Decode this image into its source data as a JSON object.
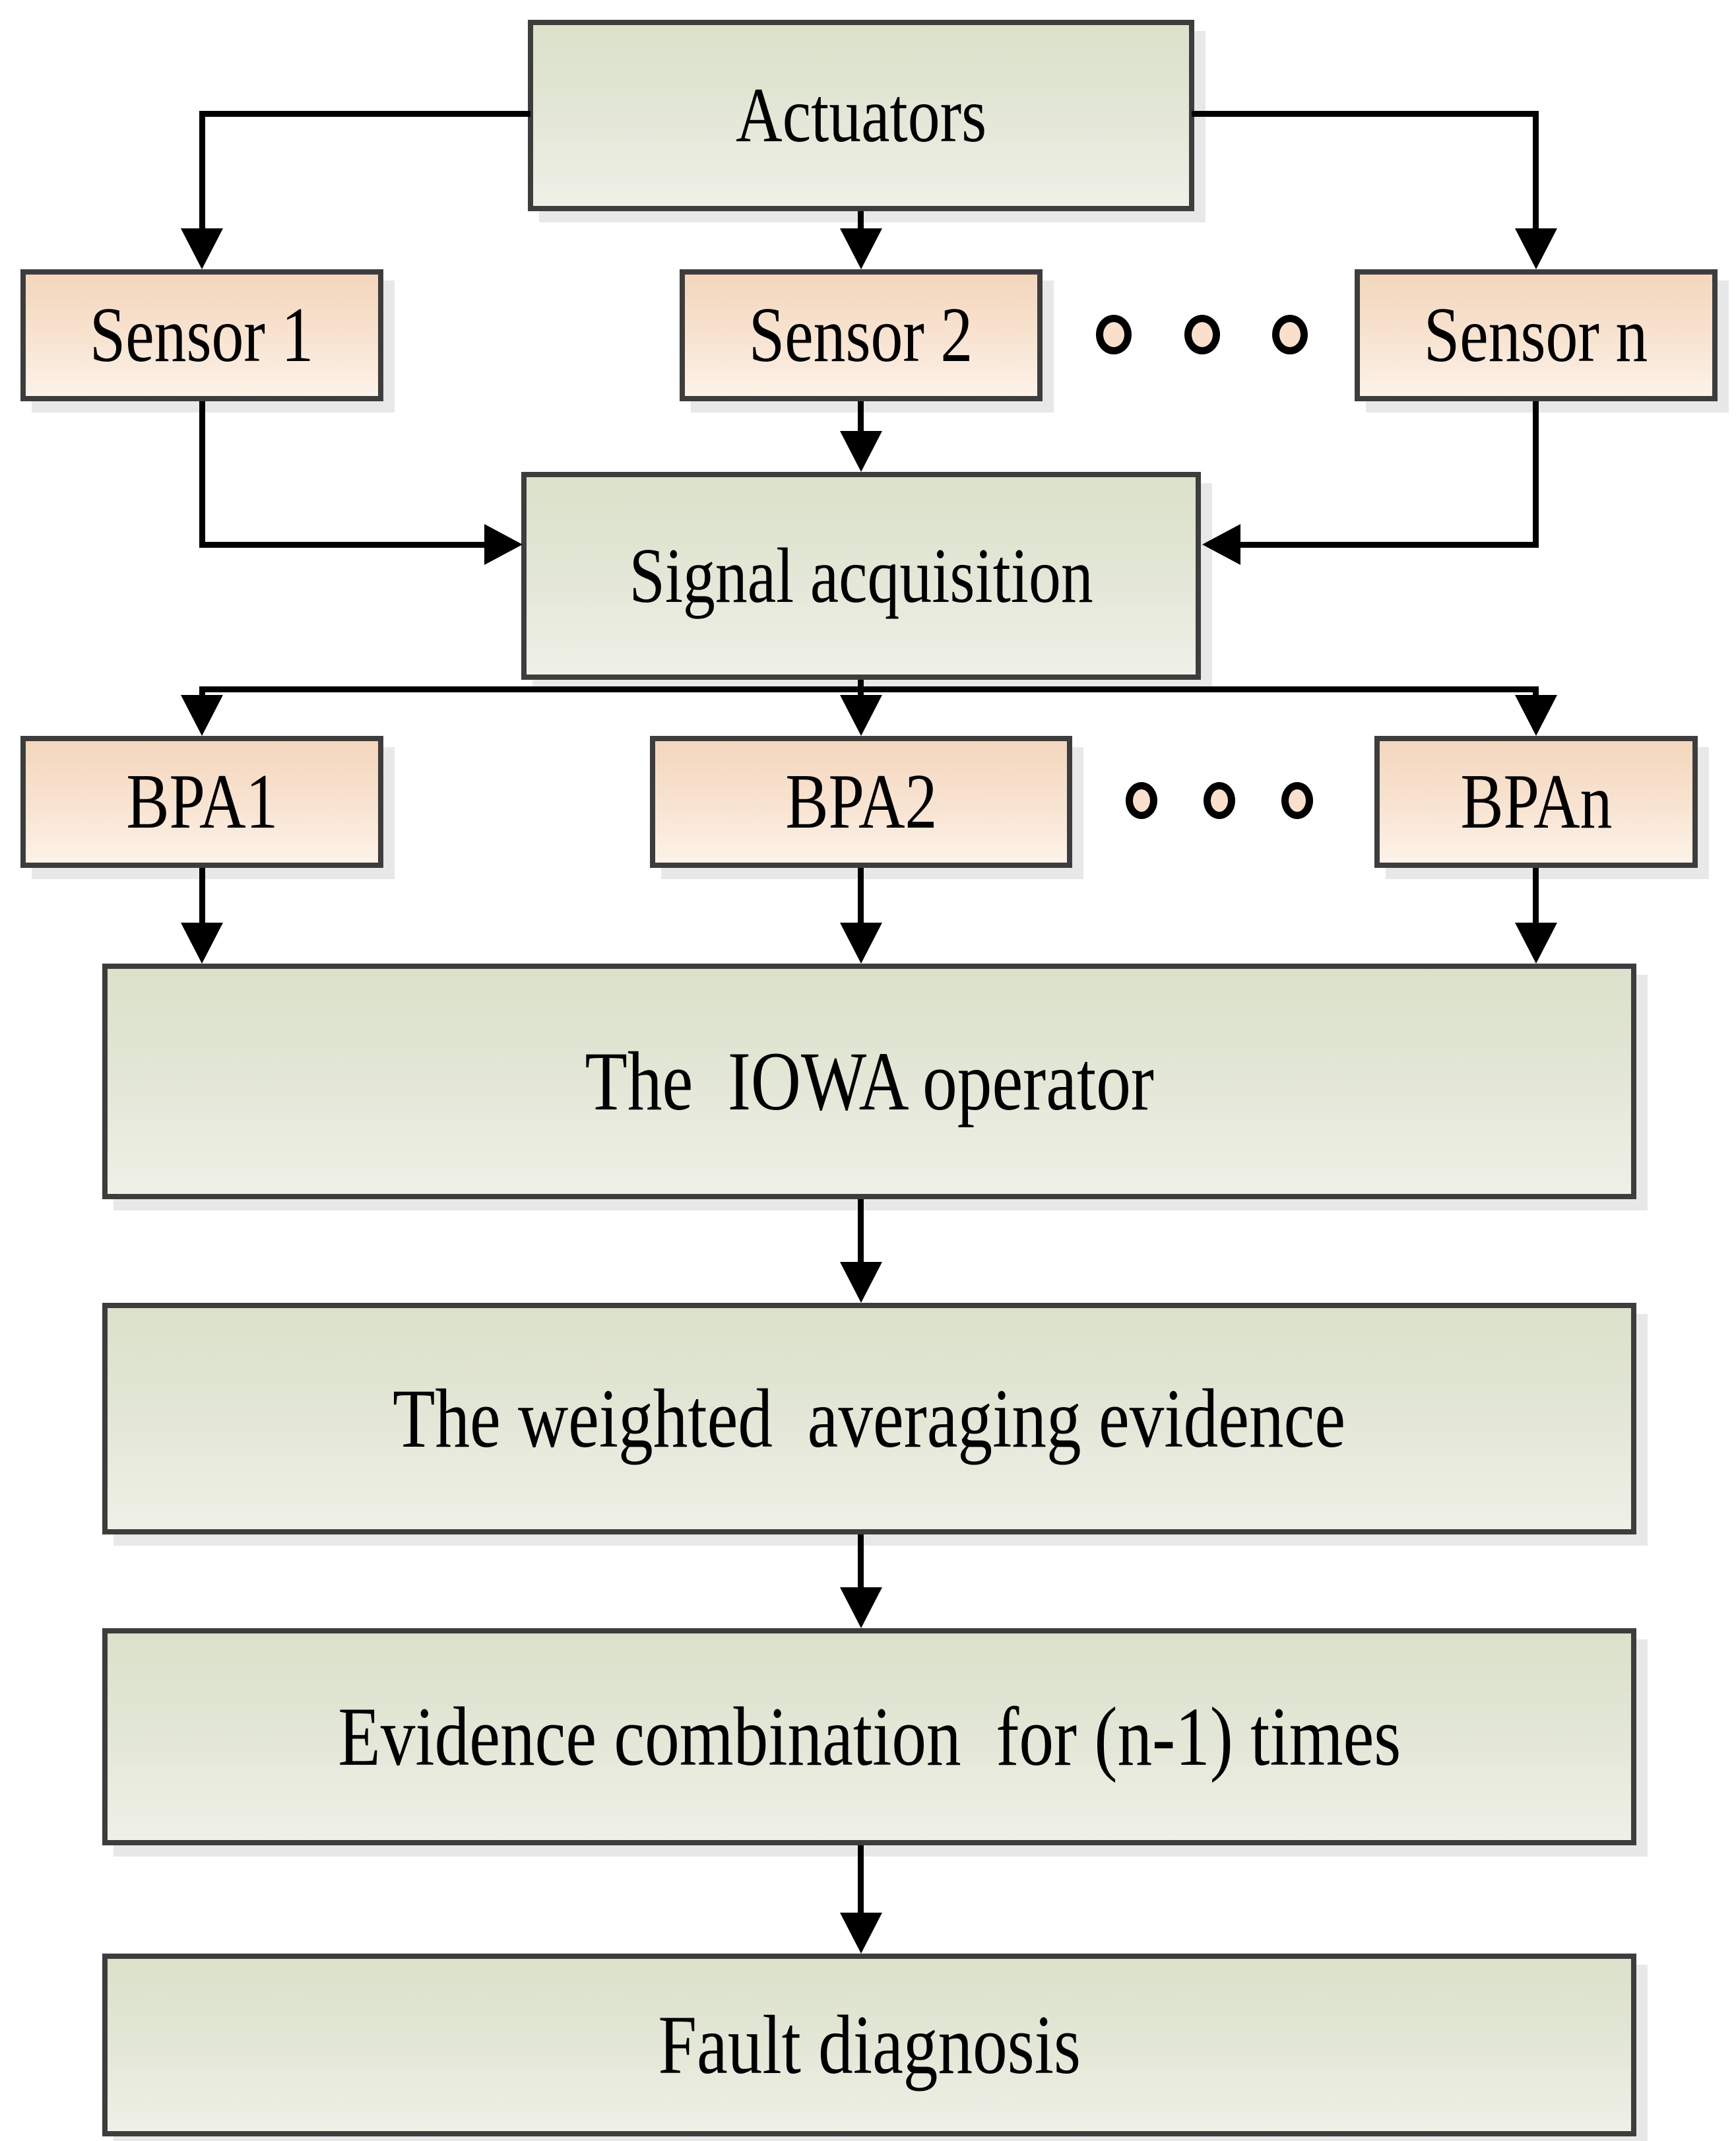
{
  "diagram": {
    "title": "IOWA-operator-based multi-sensor fault diagnosis flowchart",
    "nodes": {
      "actuators": {
        "label": "Actuators",
        "kind": "process"
      },
      "sensor1": {
        "label": "Sensor 1",
        "kind": "input"
      },
      "sensor2": {
        "label": "Sensor 2",
        "kind": "input"
      },
      "sensorn": {
        "label": "Sensor n",
        "kind": "input"
      },
      "signal": {
        "label": "Signal acquisition",
        "kind": "process"
      },
      "bpa1": {
        "label": "BPA1",
        "kind": "input"
      },
      "bpa2": {
        "label": "BPA2",
        "kind": "input"
      },
      "bpan": {
        "label": "BPAn",
        "kind": "input"
      },
      "iowa": {
        "label": "The  IOWA operator",
        "kind": "process"
      },
      "weighted": {
        "label": "The weighted  averaging evidence",
        "kind": "process"
      },
      "combination": {
        "label": "Evidence combination  for (n-1) times",
        "kind": "process"
      },
      "fault": {
        "label": "Fault diagnosis",
        "kind": "process"
      }
    },
    "edges": [
      {
        "from": "actuators",
        "to": "sensor1"
      },
      {
        "from": "actuators",
        "to": "sensor2"
      },
      {
        "from": "actuators",
        "to": "sensorn"
      },
      {
        "from": "sensor1",
        "to": "signal"
      },
      {
        "from": "sensor2",
        "to": "signal"
      },
      {
        "from": "sensorn",
        "to": "signal"
      },
      {
        "from": "signal",
        "to": "bpa1"
      },
      {
        "from": "signal",
        "to": "bpa2"
      },
      {
        "from": "signal",
        "to": "bpan"
      },
      {
        "from": "bpa1",
        "to": "iowa"
      },
      {
        "from": "bpa2",
        "to": "iowa"
      },
      {
        "from": "bpan",
        "to": "iowa"
      },
      {
        "from": "iowa",
        "to": "weighted"
      },
      {
        "from": "weighted",
        "to": "combination"
      },
      {
        "from": "combination",
        "to": "fault"
      }
    ],
    "ellipsis_between_sensors": "o o o",
    "ellipsis_between_bpas": "o o o",
    "colors": {
      "green_box_top": "#dbe1ca",
      "green_box_bottom": "#eff0e7",
      "peach_box_top": "#f4d6bc",
      "peach_box_bottom": "#fdf2e9",
      "box_border": "#3d3d3d",
      "connector": "#000000",
      "shadow": "#e8e8e8",
      "dot_fill": "#fae0cc",
      "background": "#ffffff"
    }
  }
}
